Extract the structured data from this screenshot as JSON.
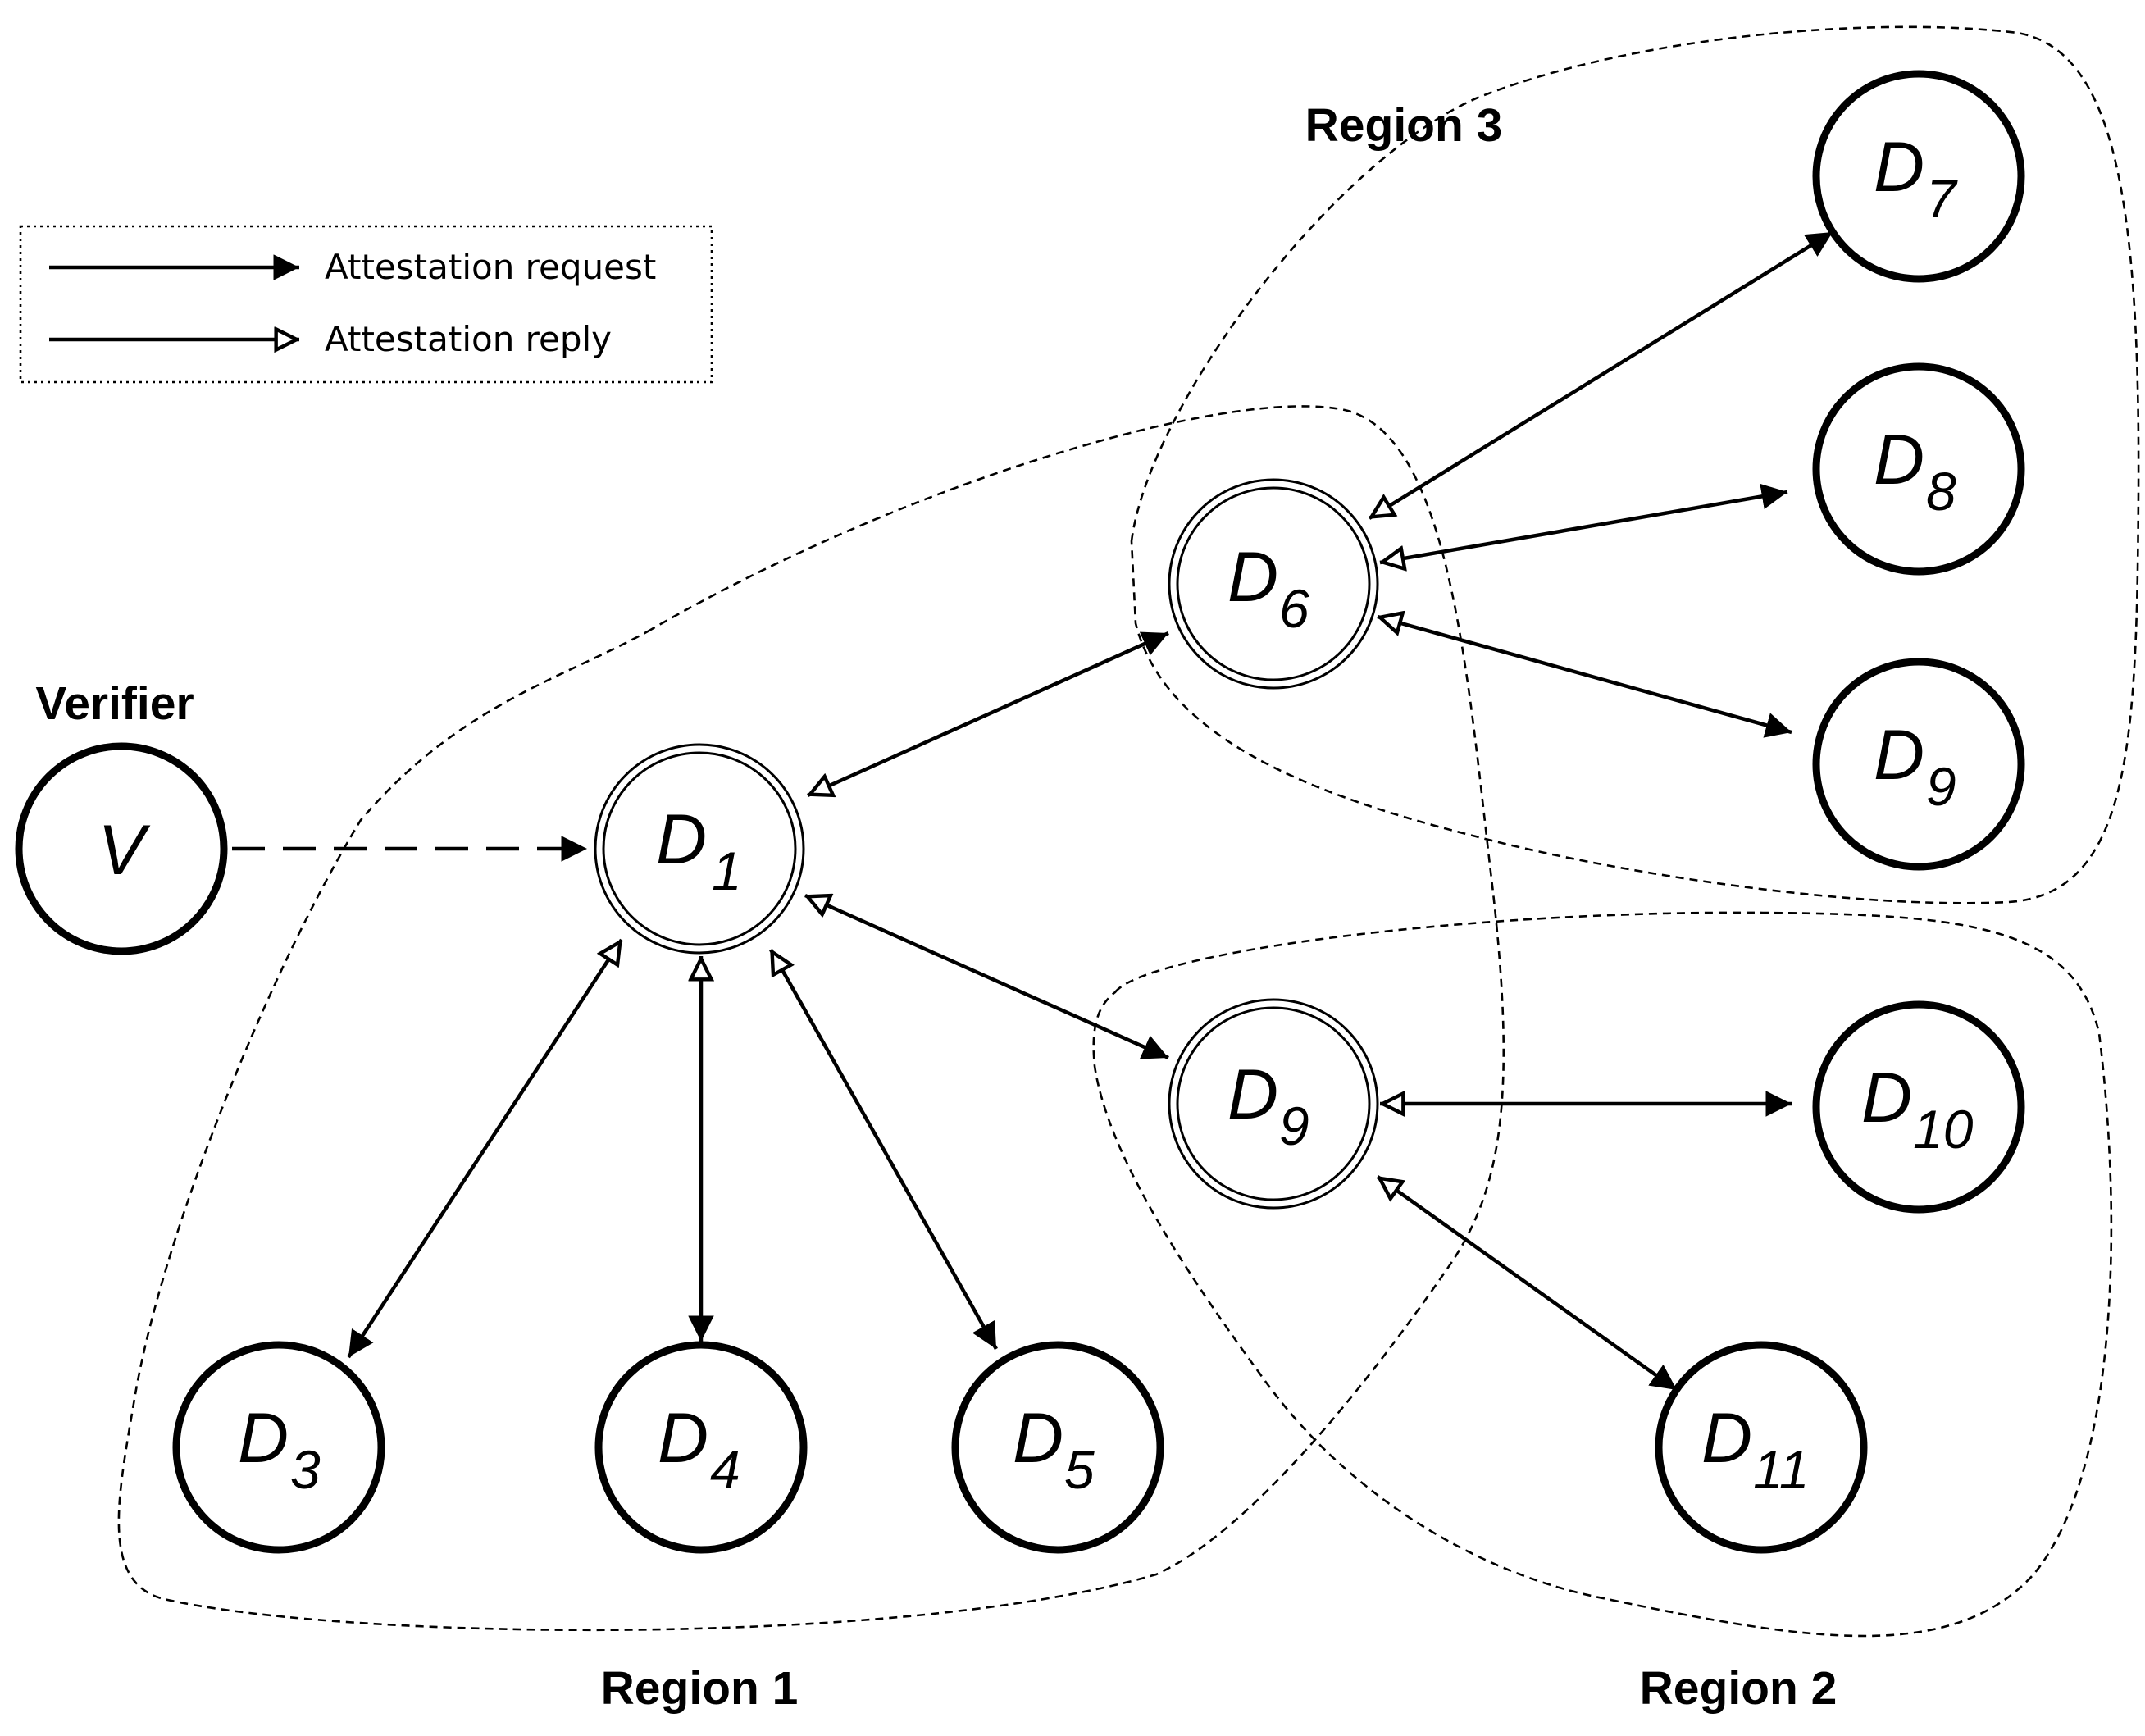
{
  "legend": {
    "request_label": "Attestation request",
    "reply_label": "Attestation reply"
  },
  "regions": {
    "region1": "Region 1",
    "region2": "Region 2",
    "region3": "Region 3"
  },
  "verifier": {
    "caption": "Verifier",
    "symbol": "V"
  },
  "nodes": {
    "d1": {
      "letter": "D",
      "sub": "1"
    },
    "d3": {
      "letter": "D",
      "sub": "3"
    },
    "d4": {
      "letter": "D",
      "sub": "4"
    },
    "d5": {
      "letter": "D",
      "sub": "5"
    },
    "d6": {
      "letter": "D",
      "sub": "6"
    },
    "d7": {
      "letter": "D",
      "sub": "7"
    },
    "d8": {
      "letter": "D",
      "sub": "8"
    },
    "d9a": {
      "letter": "D",
      "sub": "9"
    },
    "d9b": {
      "letter": "D",
      "sub": "9"
    },
    "d10": {
      "letter": "D",
      "sub": "10"
    },
    "d11": {
      "letter": "D",
      "sub": "11"
    }
  }
}
